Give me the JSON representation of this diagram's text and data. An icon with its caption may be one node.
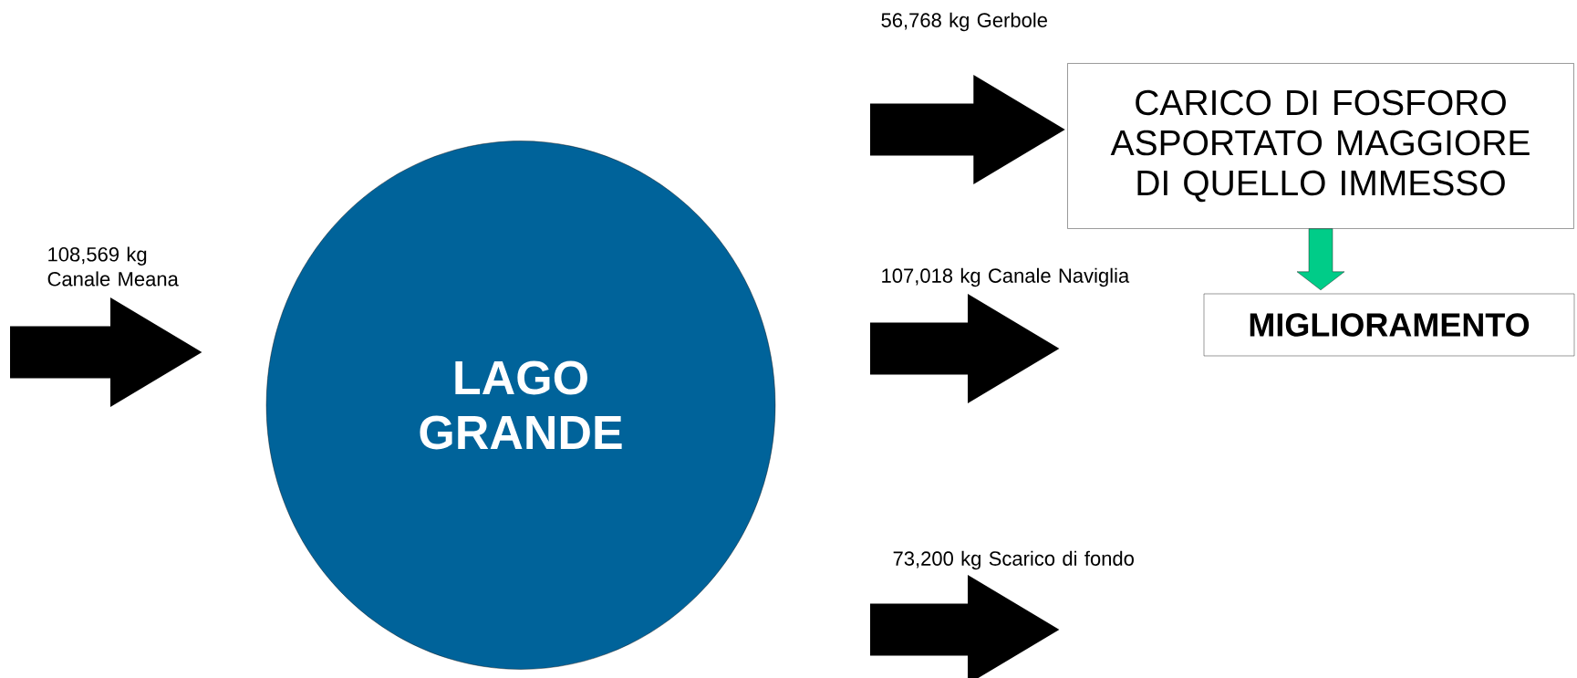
{
  "diagram": {
    "nodes": [
      {
        "text": [
          "LAGO GRANDE"
        ]
      },
      {
        "text": [
          "CARICO DI FOSFORO ASPORTATO MAGGIORE DI QUELLO IMMESSO"
        ]
      },
      {
        "text": [
          "MIGLIORAMENTO"
        ]
      }
    ],
    "edges": [
      {
        "from": null,
        "to": 1,
        "arrow": "to",
        "label": "56,768 kg Gerbole"
      },
      {
        "from": 1,
        "to": 2,
        "arrow": "to",
        "color": "#00cc88"
      }
    ],
    "labels": [
      "108,569 kg Canale Meana",
      "107,018 kg Canale Naviglia",
      "73,200 kg Scarico di fondo"
    ]
  }
}
